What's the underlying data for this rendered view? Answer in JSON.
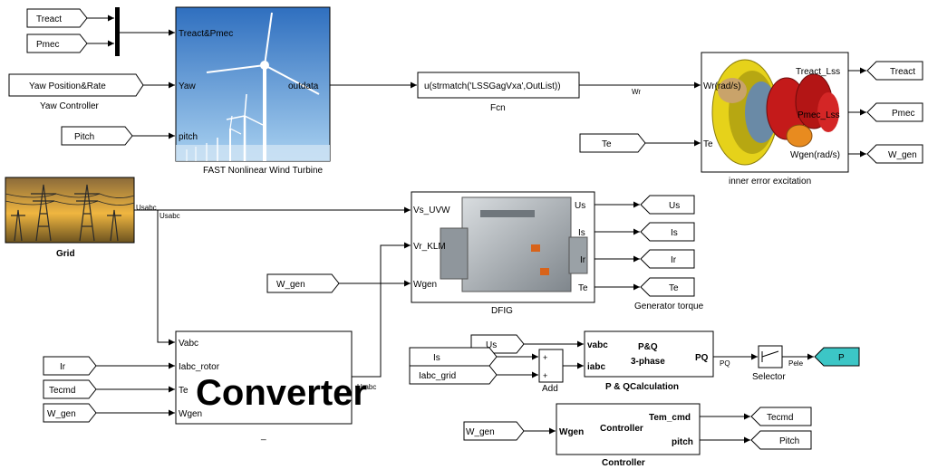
{
  "inports": {
    "treact": "Treact",
    "pmec": "Pmec",
    "yaw": "Yaw Position&Rate",
    "pitch": "Pitch",
    "te": "Te",
    "w_gen_dfig": "W_gen",
    "ir": "Ir",
    "tecmd": "Tecmd",
    "w_gen_conv": "W_gen",
    "us": "Us",
    "is": "Is",
    "iabc_grid": "Iabc_grid",
    "w_gen_ctrl": "W_gen"
  },
  "yaw_caption": "Yaw Controller",
  "fast": {
    "caption": "FAST Nonlinear Wind Turbine",
    "in_treact_pmec": "Treact&Pmec",
    "in_yaw": "Yaw",
    "in_pitch": "pitch",
    "out_outdata": "outdata"
  },
  "fcn": {
    "expr": "u(strmatch('LSSGagVxa',OutList))",
    "caption": "Fcn",
    "signal_wr": "Wr"
  },
  "gearbox": {
    "caption": "inner error excitation",
    "in_wr": "Wr(rad/s)",
    "in_te": "Te",
    "out_treact": "Treact_Lss",
    "out_pmec": "Pmec_Lss",
    "out_wgen": "Wgen(rad/s)"
  },
  "outports_top": {
    "treact": "Treact",
    "pmec": "Pmec",
    "w_gen": "W_gen"
  },
  "grid": {
    "caption": "Grid",
    "signal_usabc_1": "Usabc",
    "signal_usabc_2": "Usabc"
  },
  "dfig": {
    "caption": "DFIG",
    "in_vs": "Vs_UVW",
    "in_vr": "Vr_KLM",
    "in_wgen": "Wgen",
    "out_us": "Us",
    "out_is": "Is",
    "out_ir": "Ir",
    "out_te": "Te"
  },
  "outports_dfig": {
    "us": "Us",
    "is": "Is",
    "ir": "Ir",
    "te": "Te",
    "te_caption": "Generator torque"
  },
  "converter": {
    "title": "Converter",
    "caption": "_",
    "in_vabc": "Vabc",
    "in_iabc_rotor": "Iabc_rotor",
    "in_te": "Te",
    "in_wgen": "Wgen",
    "signal_urabc": "Urabc"
  },
  "add": {
    "caption": "Add",
    "sign1": "+",
    "sign2": "+"
  },
  "pq": {
    "title1": "P&Q",
    "title2": "3-phase",
    "caption": "P & QCalculation",
    "in_vabc": "vabc",
    "in_iabc": "iabc",
    "out_pq": "PQ",
    "signal_pq": "PQ"
  },
  "selector": {
    "caption": "Selector",
    "signal_pele": "Pele"
  },
  "p_out": "P",
  "controller": {
    "title": "Controller",
    "caption": "Controller",
    "in_wgen": "Wgen",
    "out_tem": "Tem_cmd",
    "out_pitch": "pitch"
  },
  "outports_ctrl": {
    "tecmd": "Tecmd",
    "pitch": "Pitch"
  },
  "colors": {
    "p_port": "#3cc6c6",
    "sky": "#3b7fc9",
    "gear_yellow": "#e6d21a",
    "gear_red": "#c41a1a",
    "sunset": "#e7a936"
  }
}
